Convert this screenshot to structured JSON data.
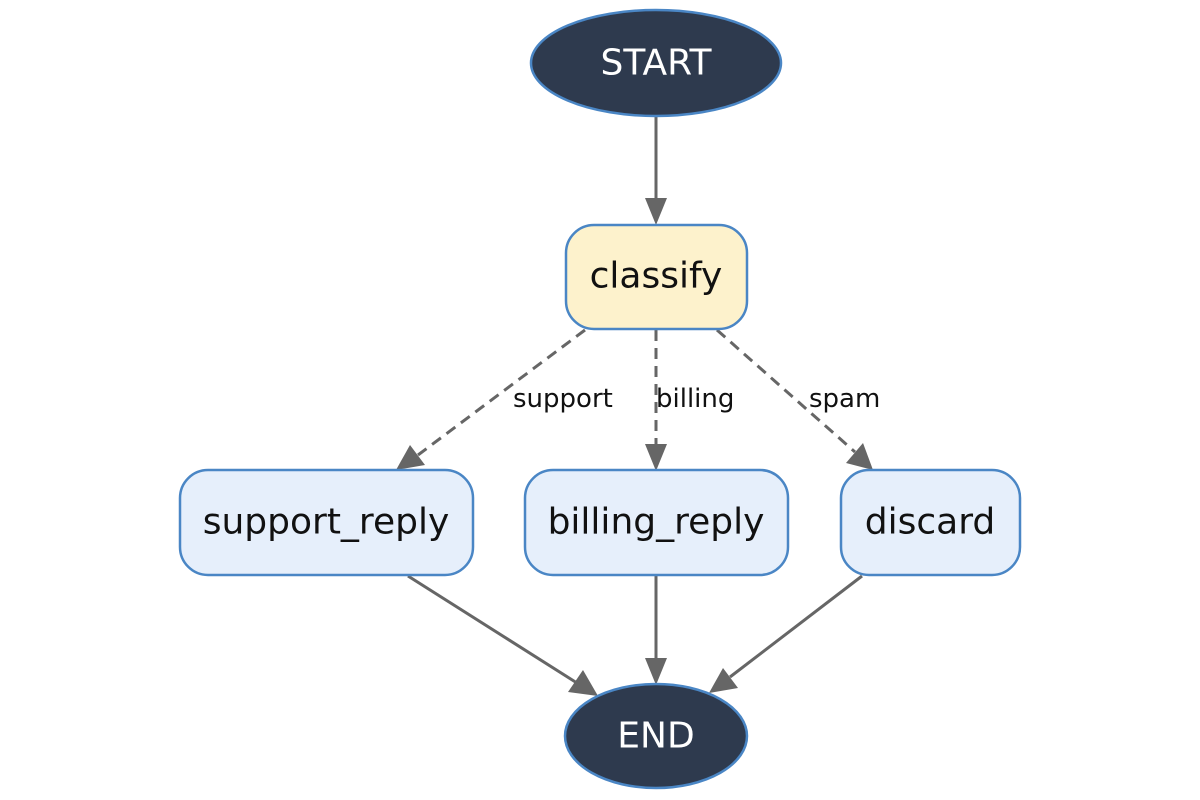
{
  "colors": {
    "terminal_fill": "#2e3a4e",
    "node_border": "#4a86c5",
    "classify_fill": "#fdf2cc",
    "reply_fill": "#e6effb",
    "edge": "#666666"
  },
  "nodes": {
    "start": "START",
    "classify": "classify",
    "support_reply": "support_reply",
    "billing_reply": "billing_reply",
    "discard": "discard",
    "end": "END"
  },
  "edge_labels": {
    "support": "support",
    "billing": "billing",
    "spam": "spam"
  }
}
